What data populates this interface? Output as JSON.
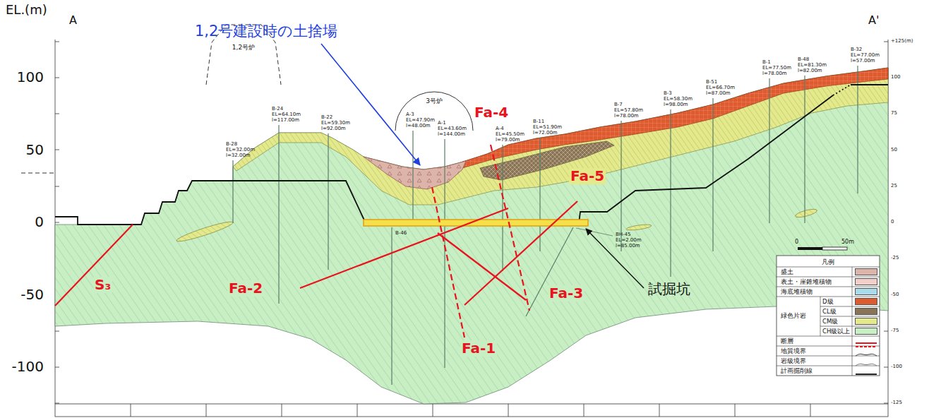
{
  "diagram": {
    "labels": [
      "EL.(m)",
      "A",
      "A'",
      "100",
      "50",
      "0",
      "-50",
      "-100",
      "1,2号建設時の土捨場",
      "Fa-4",
      "Fa-5",
      "Fa-3",
      "Fa-1",
      "Fa-2",
      "S₃",
      "試掘坑",
      "1,2号炉",
      "3号炉",
      "凡例",
      "緑色片岩",
      "0",
      "50m",
      "+125(m)",
      "100",
      "75",
      "50",
      "25",
      "0",
      "-25",
      "-50",
      "-75",
      "-100",
      "-125",
      "B-28",
      "EL=32.00m",
      "l=32.00m",
      "B-24",
      "EL=64.10m",
      "l=117.00m",
      "B-22",
      "EL=59.30m",
      "l=92.00m",
      "A-3",
      "EL=47.90m",
      "l=48.00m",
      "A-1",
      "EL=43.60m",
      "l=144.00m",
      "A-4",
      "EL=45.50m",
      "l=79.00m",
      "B-11",
      "EL=51.90m",
      "l=72.00m",
      "B-7",
      "EL=57.80m",
      "l=78.00m",
      "B-3",
      "EL=58.30m",
      "l=98.00m",
      "B-51",
      "EL=66.70m",
      "l=87.00m",
      "B-1",
      "EL=77.50m",
      "l=78.00m",
      "B-48",
      "EL=81.30m",
      "l=82.00m",
      "B-32",
      "EL=77.00m",
      "l=57.00m",
      "BH-45",
      "EL=2.00m",
      "l=85.00m",
      "B-46"
    ],
    "legend": [
      {
        "text": "盛土",
        "color": "#dcb4aa"
      },
      {
        "text": "表土・崖錐堆積物",
        "color": "#f2cfc8"
      },
      {
        "text": "海底堆積物",
        "color": "#a8dcec"
      },
      {
        "text": "D級",
        "color": "#de5b30"
      },
      {
        "text": "CL級",
        "color": "#8a7458"
      },
      {
        "text": "CM級",
        "color": "#e4ea8c"
      },
      {
        "text": "CH級以上",
        "color": "#c8efc4"
      },
      {
        "text": "断層"
      },
      {
        "text": "地質境界"
      },
      {
        "text": "岩級境界"
      },
      {
        "text": "計画掘削線"
      }
    ]
  }
}
